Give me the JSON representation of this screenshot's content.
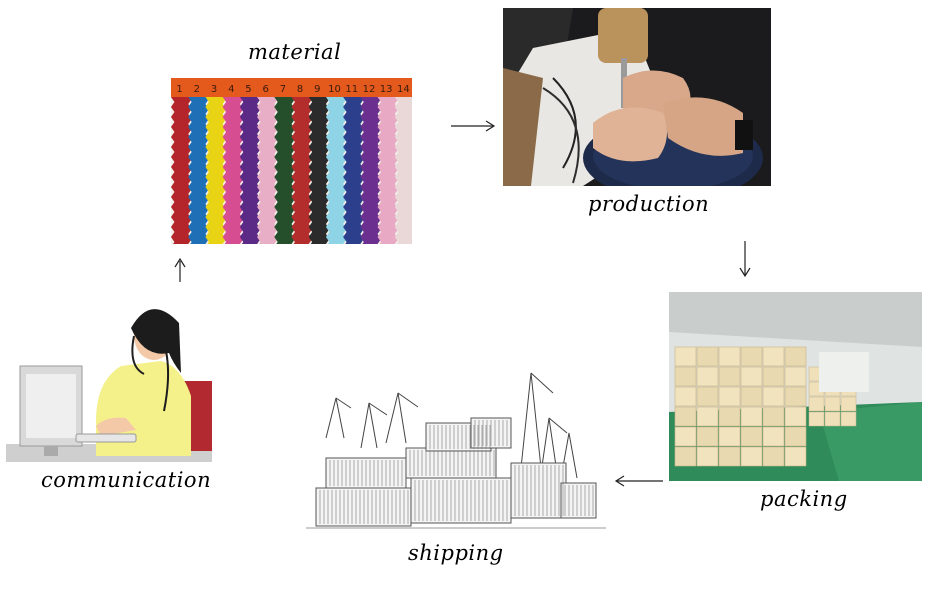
{
  "steps": {
    "material": "material",
    "production": "production",
    "packing": "packing",
    "shipping": "shipping",
    "communication": "communication"
  },
  "swatch_numbers": [
    "1",
    "2",
    "3",
    "4",
    "5",
    "6",
    "7",
    "8",
    "9",
    "10",
    "11",
    "12",
    "13",
    "14"
  ],
  "swatch_colors": [
    "#b4252b",
    "#1f6fb7",
    "#e9d315",
    "#d74d92",
    "#5a2a86",
    "#e7aec6",
    "#244f2a",
    "#b42d2d",
    "#2b2b2b",
    "#8fd3e6",
    "#2b3f8c",
    "#6b2f8f",
    "#e8a9c5",
    "#ead8d8"
  ],
  "colors": {
    "arrow": "#222222",
    "ruler": "#e45a1c"
  }
}
